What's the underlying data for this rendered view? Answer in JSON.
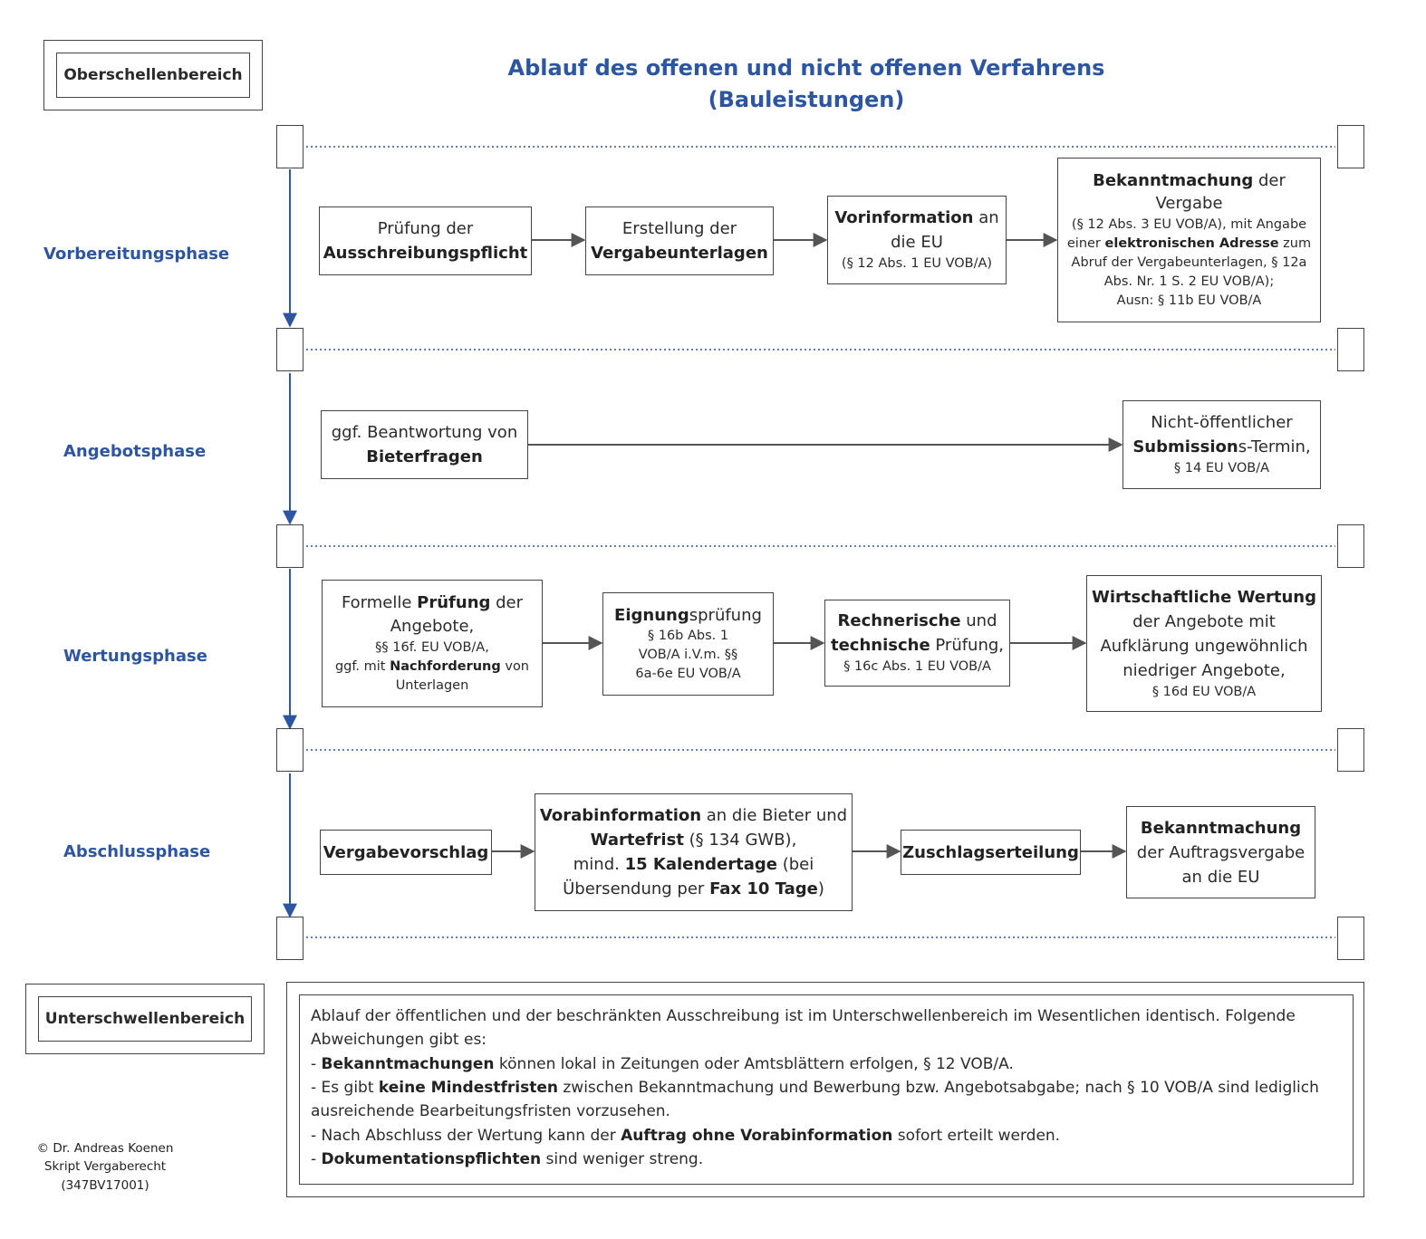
{
  "header": {
    "area_top": "Oberschellenbereich",
    "title_line1": "Ablauf des offenen und nicht offenen Verfahrens",
    "title_line2": "(Bauleistungen)"
  },
  "phases": {
    "p1": "Vorbereitungsphase",
    "p2": "Angebotsphase",
    "p3": "Wertungsphase",
    "p4": "Abschlussphase"
  },
  "boxes": {
    "b1": {
      "l1": "Prüfung der",
      "l2": "Ausschreibungspflicht"
    },
    "b2": {
      "l1": "Erstellung der",
      "l2": "Vergabeunterlagen"
    },
    "b3": {
      "bold": "Vorinformation",
      "rest": " an",
      "l2": "die EU",
      "l3": "(§ 12 Abs. 1 EU  VOB/A)"
    },
    "b4": {
      "bold": "Bekanntmachung",
      "rest": " der",
      "l2": "Vergabe",
      "l3": "(§ 12 Abs. 3 EU  VOB/A), mit Angabe",
      "l4a": "einer ",
      "l4b": "elektronischen Adresse",
      "l4c": " zum",
      "l5": "Abruf der Vergabeunterlagen, § 12a",
      "l6": "Abs. Nr. 1 S. 2 EU VOB/A);",
      "l7": "Ausn: § 11b EU VOB/A"
    },
    "b5": {
      "l1": "ggf. Beantwortung von",
      "l2": "Bieterfragen"
    },
    "b6": {
      "l1": "Nicht-öffentlicher",
      "bold": "Submission",
      "rest": "s-Termin,",
      "l3": "§ 14 EU VOB/A"
    },
    "b7": {
      "a": "Formelle ",
      "bold": "Prüfung",
      "c": " der",
      "l2": "Angebote,",
      "l3": "§§ 16f. EU VOB/A,",
      "l4a": "ggf. mit ",
      "l4b": "Nachforderung",
      "l4c": "  von",
      "l5": "Unterlagen"
    },
    "b8": {
      "bold": "Eignung",
      "rest": "sprüfung",
      "l2": "§ 16b Abs. 1",
      "l3": "VOB/A i.V.m. §§",
      "l4": "6a-6e EU VOB/A"
    },
    "b9": {
      "bold": "Rechnerische",
      "rest": " und",
      "bold2": "technische",
      "rest2": " Prüfung,",
      "l3": "§ 16c Abs. 1 EU VOB/A"
    },
    "b10": {
      "bold": "Wirtschaftliche Wertung",
      "l2": "der Angebote mit",
      "l3": "Aufklärung ungewöhnlich",
      "l4": "niedriger Angebote,",
      "l5": "§ 16d EU VOB/A"
    },
    "b11": {
      "bold": "Vergabevorschlag"
    },
    "b12": {
      "bold": "Vorabinformation",
      "rest": " an die Bieter und",
      "bold2": "Wartefrist",
      "rest2": " (§ 134 GWB),",
      "l3a": "mind. ",
      "l3b": "15 Kalendertage",
      "l3c": " (bei",
      "l4a": "Übersendung per ",
      "l4b": "Fax 10 Tage",
      "l4c": ")"
    },
    "b13": {
      "bold": "Zuschlagserteilung"
    },
    "b14": {
      "bold": "Bekanntmachung",
      "l2": "der Auftragsvergabe",
      "l3": "an die EU"
    }
  },
  "bottom": {
    "area": "Unterschwellenbereich",
    "n1": "Ablauf der öffentlichen und der beschränkten Ausschreibung ist im Unterschwellenbereich im Wesentlichen identisch. Folgende Abweichungen gibt es:",
    "n2a": "- ",
    "n2b": "Bekanntmachungen",
    "n2c": " können lokal in Zeitungen oder Amtsblättern erfolgen, § 12 VOB/A.",
    "n3a": "- Es gibt ",
    "n3b": "keine Mindestfristen",
    "n3c": " zwischen Bekanntmachung und Bewerbung bzw. Angebotsabgabe; nach § 10 VOB/A sind lediglich ausreichende Bearbeitungsfristen vorzusehen.",
    "n4a": "- Nach Abschluss der Wertung kann der ",
    "n4b": "Auftrag ohne Vorabinformation",
    "n4c": " sofort erteilt werden.",
    "n5a": "- ",
    "n5b": "Dokumentationspflichten",
    "n5c": " sind weniger streng."
  },
  "copyright": {
    "l1": "© Dr. Andreas Koenen",
    "l2": "Skript Vergaberecht",
    "l3": "(347BV17001)"
  },
  "colors": {
    "accent": "#2e55a0",
    "line": "#444444",
    "arrow": "#555555"
  }
}
